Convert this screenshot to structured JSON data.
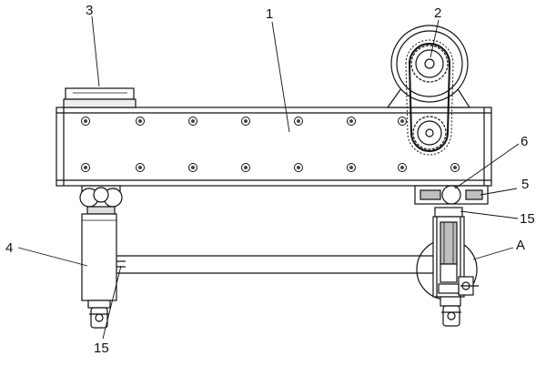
{
  "labels": {
    "beam": "1",
    "sprocket": "2",
    "top_plate": "3",
    "left_column": "4",
    "bracket": "5",
    "roller": "6",
    "wheel_bottom": "15",
    "wheel_right": "15",
    "detail": "A"
  },
  "colors": {
    "stroke": "#111111",
    "gray": "#bfbfbf",
    "light": "#eeeeee",
    "bolt": "#444444"
  }
}
